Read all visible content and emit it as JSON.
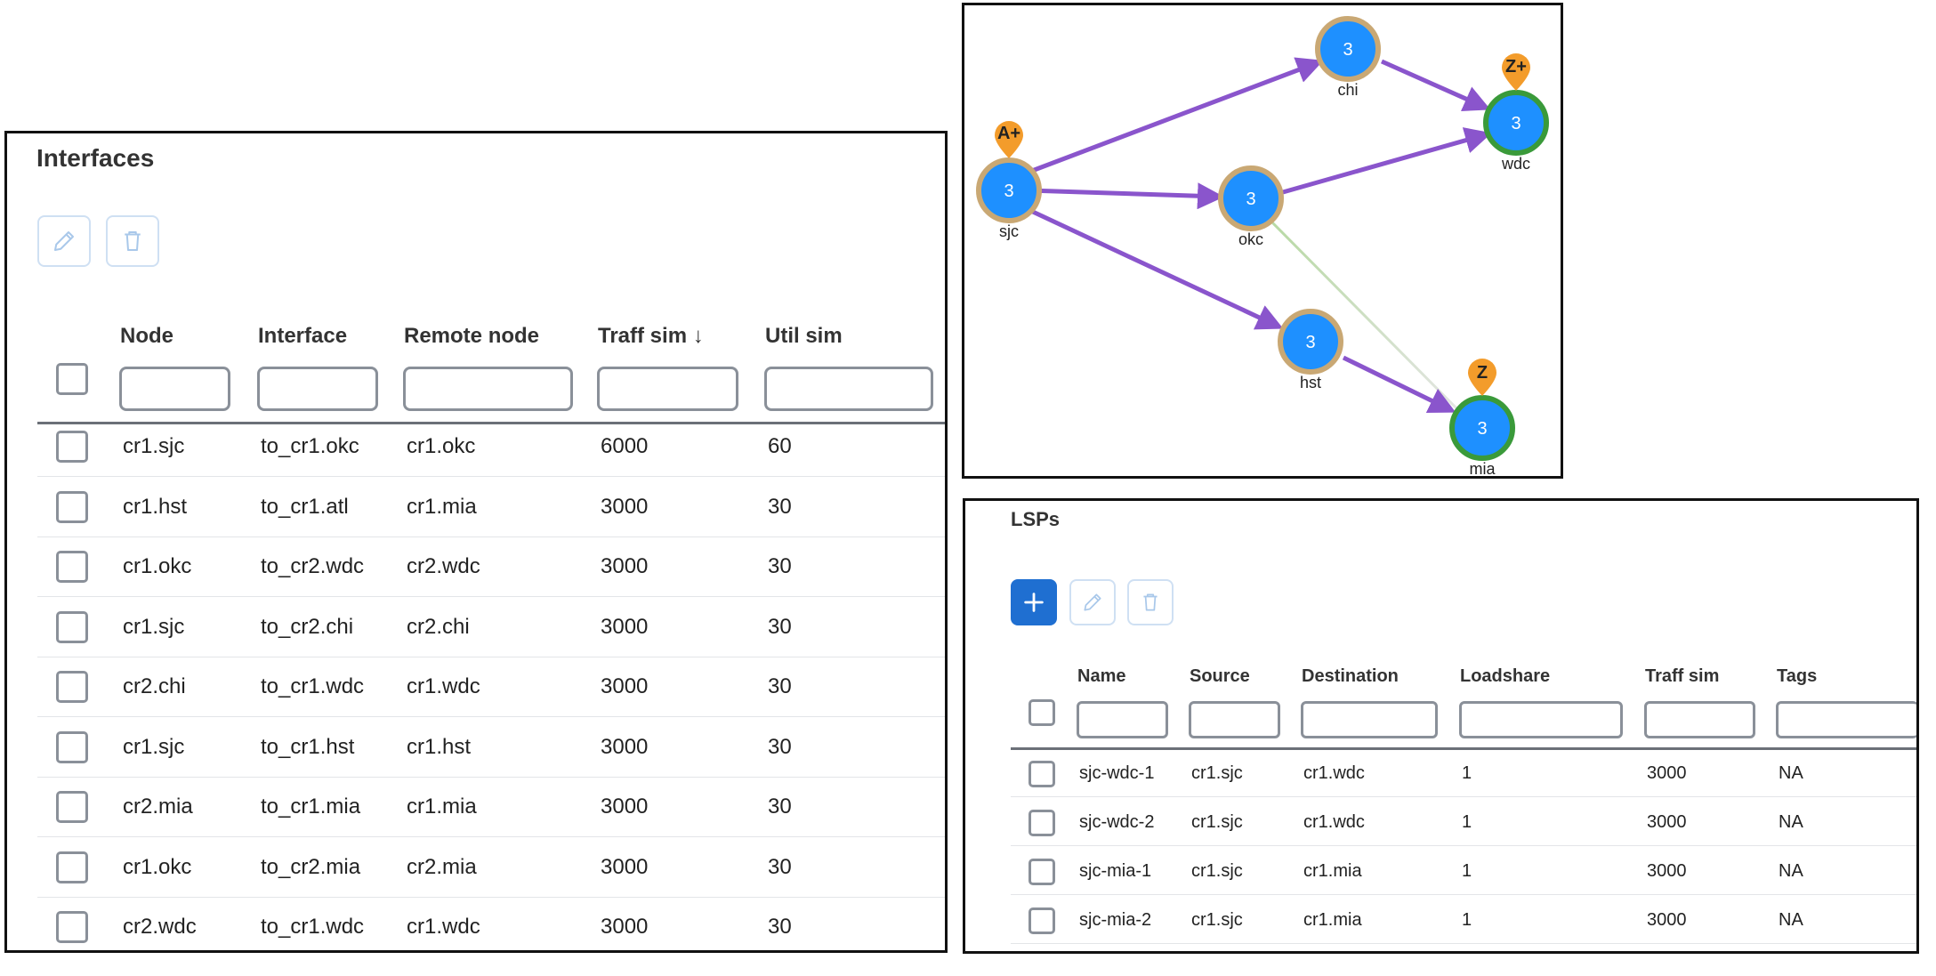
{
  "interfaces": {
    "title": "Interfaces",
    "columns": [
      "Node",
      "Interface",
      "Remote node",
      "Traff sim ↓",
      "Util sim"
    ],
    "rows": [
      [
        "cr1.sjc",
        "to_cr1.okc",
        "cr1.okc",
        "6000",
        "60"
      ],
      [
        "cr1.hst",
        "to_cr1.atl",
        "cr1.mia",
        "3000",
        "30"
      ],
      [
        "cr1.okc",
        "to_cr2.wdc",
        "cr2.wdc",
        "3000",
        "30"
      ],
      [
        "cr1.sjc",
        "to_cr2.chi",
        "cr2.chi",
        "3000",
        "30"
      ],
      [
        "cr2.chi",
        "to_cr1.wdc",
        "cr1.wdc",
        "3000",
        "30"
      ],
      [
        "cr1.sjc",
        "to_cr1.hst",
        "cr1.hst",
        "3000",
        "30"
      ],
      [
        "cr2.mia",
        "to_cr1.mia",
        "cr1.mia",
        "3000",
        "30"
      ],
      [
        "cr1.okc",
        "to_cr2.mia",
        "cr2.mia",
        "3000",
        "30"
      ],
      [
        "cr2.wdc",
        "to_cr1.wdc",
        "cr1.wdc",
        "3000",
        "30"
      ]
    ],
    "toolbar": {
      "edit_icon": "pencil-icon",
      "delete_icon": "trash-icon"
    }
  },
  "graph": {
    "nodes": [
      {
        "id": "sjc",
        "label": "sjc",
        "count": "3",
        "ring": "tan"
      },
      {
        "id": "chi",
        "label": "chi",
        "count": "3",
        "ring": "tan"
      },
      {
        "id": "okc",
        "label": "okc",
        "count": "3",
        "ring": "tan"
      },
      {
        "id": "wdc",
        "label": "wdc",
        "count": "3",
        "ring": "green"
      },
      {
        "id": "hst",
        "label": "hst",
        "count": "3",
        "ring": "tan"
      },
      {
        "id": "mia",
        "label": "mia",
        "count": "3",
        "ring": "green"
      }
    ],
    "pins": [
      {
        "node": "sjc",
        "label": "A+"
      },
      {
        "node": "wdc",
        "label": "Z+"
      },
      {
        "node": "mia",
        "label": "Z"
      }
    ],
    "colors": {
      "node_fill": "#1e90ff",
      "tan_ring": "#c9a874",
      "green_ring": "#3a9a3a",
      "edge": "#8a55cc",
      "pin": "#f39c2b"
    }
  },
  "lsps": {
    "title": "LSPs",
    "columns": [
      "Name",
      "Source",
      "Destination",
      "Loadshare",
      "Traff sim",
      "Tags"
    ],
    "rows": [
      [
        "sjc-wdc-1",
        "cr1.sjc",
        "cr1.wdc",
        "1",
        "3000",
        "NA"
      ],
      [
        "sjc-wdc-2",
        "cr1.sjc",
        "cr1.wdc",
        "1",
        "3000",
        "NA"
      ],
      [
        "sjc-mia-1",
        "cr1.sjc",
        "cr1.mia",
        "1",
        "3000",
        "NA"
      ],
      [
        "sjc-mia-2",
        "cr1.sjc",
        "cr1.mia",
        "1",
        "3000",
        "NA"
      ]
    ],
    "toolbar": {
      "add_icon": "plus-icon",
      "edit_icon": "pencil-icon",
      "delete_icon": "trash-icon"
    }
  }
}
